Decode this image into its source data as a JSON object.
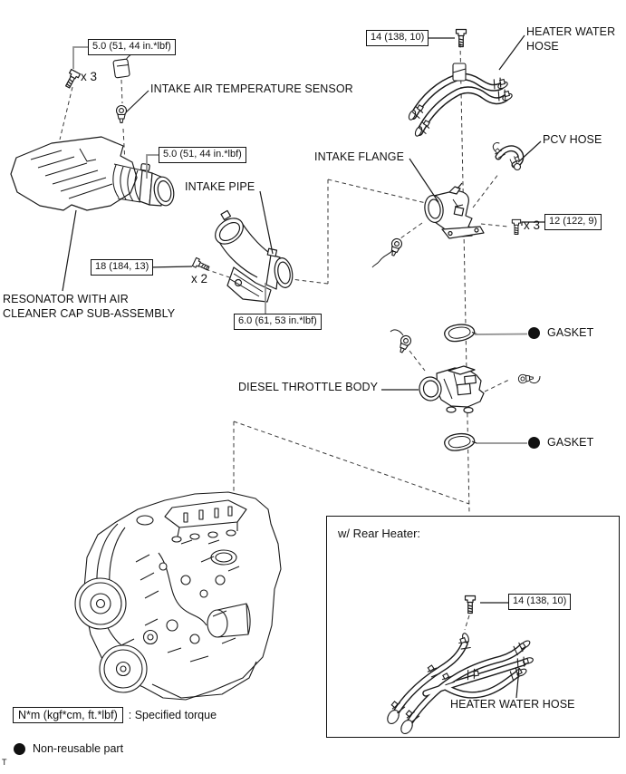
{
  "page": {
    "corner_mark": "T"
  },
  "labels": {
    "iat_sensor": "INTAKE AIR TEMPERATURE SENSOR",
    "intake_pipe": "INTAKE PIPE",
    "intake_flange": "INTAKE FLANGE",
    "heater_hose_line1": "HEATER WATER",
    "heater_hose_line2": "HOSE",
    "pcv_hose": "PCV HOSE",
    "resonator_line1": "RESONATOR WITH AIR",
    "resonator_line2": "CLEANER CAP SUB-ASSEMBLY",
    "diesel_throttle_body": "DIESEL THROTTLE BODY",
    "gasket_upper": "GASKET",
    "gasket_lower": "GASKET",
    "rear_heater_title": "w/ Rear Heater:",
    "rear_heater_hose": "HEATER WATER HOSE"
  },
  "callouts": {
    "tq_resonator_bolt": "5.0 (51, 44 in.*lbf)",
    "tq_resonator_mult": "x 3",
    "tq_hose_clamp": "5.0 (51, 44 in.*lbf)",
    "tq_heater_bolt": "14 (138, 10)",
    "tq_flange_bolt": "12 (122, 9)",
    "tq_flange_mult": "x 3",
    "tq_bracket_bolt": "18 (184, 13)",
    "tq_bracket_mult": "x 2",
    "tq_pipe_clamp": "6.0 (61, 53 in.*lbf)",
    "tq_rear_heater_bolt": "14 (138, 10)"
  },
  "legend": {
    "torque_box": "N*m (kgf*cm, ft.*lbf)",
    "torque_desc": ": Specified torque",
    "non_reusable": "Non-reusable part"
  },
  "colors": {
    "line": "#1a1a1a",
    "leader_gray": "#8f8f8f",
    "background": "#ffffff"
  }
}
